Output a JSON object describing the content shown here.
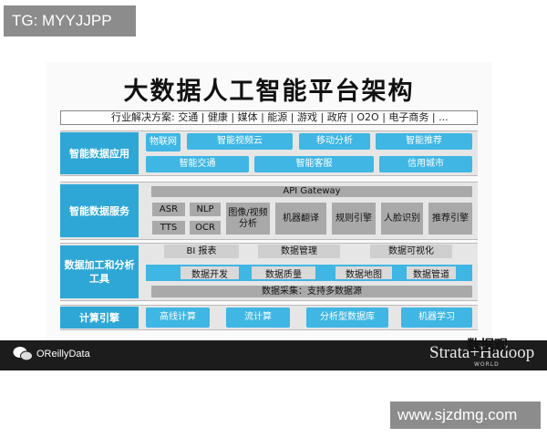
{
  "watermark_tag": "TG: MYYJJPP",
  "title": "大数据人工智能平台架构",
  "industry_bar": "行业解决方案: 交通 | 健康 | 媒体 | 能源 | 游戏 | 政府 | O2O | 电子商务 | ...",
  "rows": {
    "app": {
      "label": "智能数据应用",
      "row1": [
        "物联网",
        "智能视频云",
        "移动分析",
        "智能推荐"
      ],
      "row2": [
        "智能交通",
        "智能客服",
        "信用城市"
      ]
    },
    "service": {
      "label": "智能数据服务",
      "gateway": "API Gateway",
      "speech": [
        "ASR",
        "TTS"
      ],
      "nlp": [
        "NLP",
        "OCR"
      ],
      "modules": [
        "图像/视频分析",
        "机器翻译",
        "规则引擎",
        "人脸识别",
        "推荐引擎"
      ]
    },
    "processing": {
      "label": "数据加工和分析工具",
      "tools": [
        "BI 报表",
        "数据管理",
        "数据可视化"
      ],
      "pipeline": [
        "数据开发",
        "数据质量",
        "数据地图",
        "数据管道"
      ],
      "collect": "数据采集：支持多数据源"
    },
    "compute": {
      "label": "计算引擎",
      "engines": [
        "高线计算",
        "流计算",
        "分析型数据库",
        "机器学习"
      ]
    }
  },
  "footer": {
    "left_brand": "OReillyData",
    "right_brand": "Strata+Hadoop",
    "right_sub": "WORLD",
    "overlay_mark": "数据观"
  },
  "site_url": "www.sjzdmg.com"
}
